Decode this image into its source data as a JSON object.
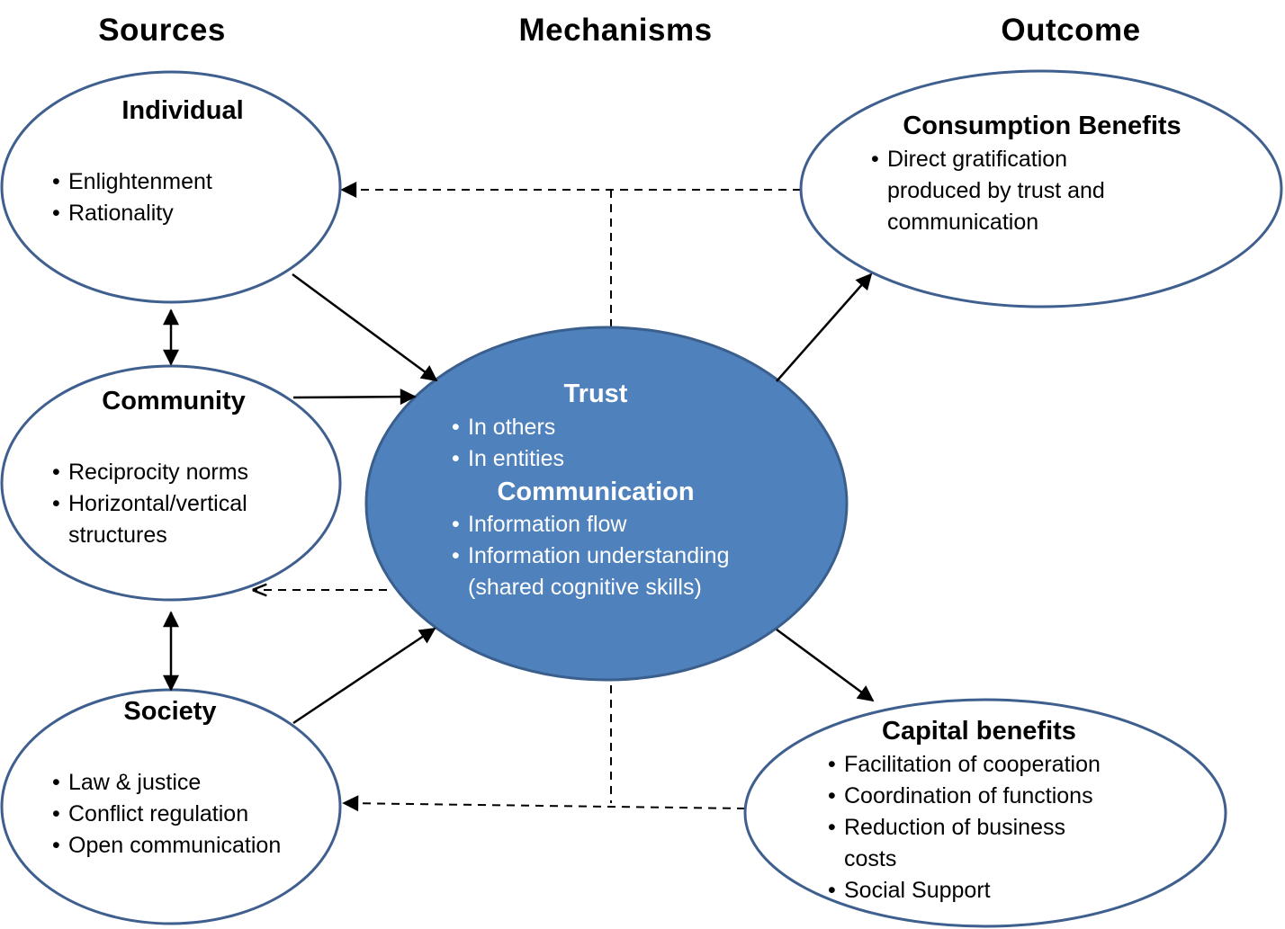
{
  "columns": {
    "sources": "Sources",
    "mechanisms": "Mechanisms",
    "outcome": "Outcome"
  },
  "nodes": {
    "individual": {
      "title": "Individual",
      "items": [
        "Enlightenment",
        "Rationality"
      ]
    },
    "community": {
      "title": "Community",
      "items": [
        "Reciprocity norms",
        "Horizontal/vertical structures"
      ]
    },
    "society": {
      "title": "Society",
      "items": [
        "Law & justice",
        "Conflict regulation",
        "Open communication"
      ]
    },
    "center": {
      "trust_title": "Trust",
      "trust_items": [
        "In others",
        "In entities"
      ],
      "comm_title": "Communication",
      "comm_items": [
        "Information flow",
        "Information understanding (shared cognitive skills)"
      ]
    },
    "consumption": {
      "title": "Consumption Benefits",
      "items": [
        "Direct gratification produced by trust and communication"
      ]
    },
    "capital": {
      "title": "Capital benefits",
      "items": [
        "Facilitation of cooperation",
        "Coordination of functions",
        "Reduction of business costs",
        "Social Support"
      ]
    }
  },
  "bullet_glyph": "•",
  "colors": {
    "ellipse_stroke": "#3f5f8f",
    "center_fill": "#4f81bd",
    "center_stroke": "#3a5f8c",
    "arrow": "#000000"
  }
}
